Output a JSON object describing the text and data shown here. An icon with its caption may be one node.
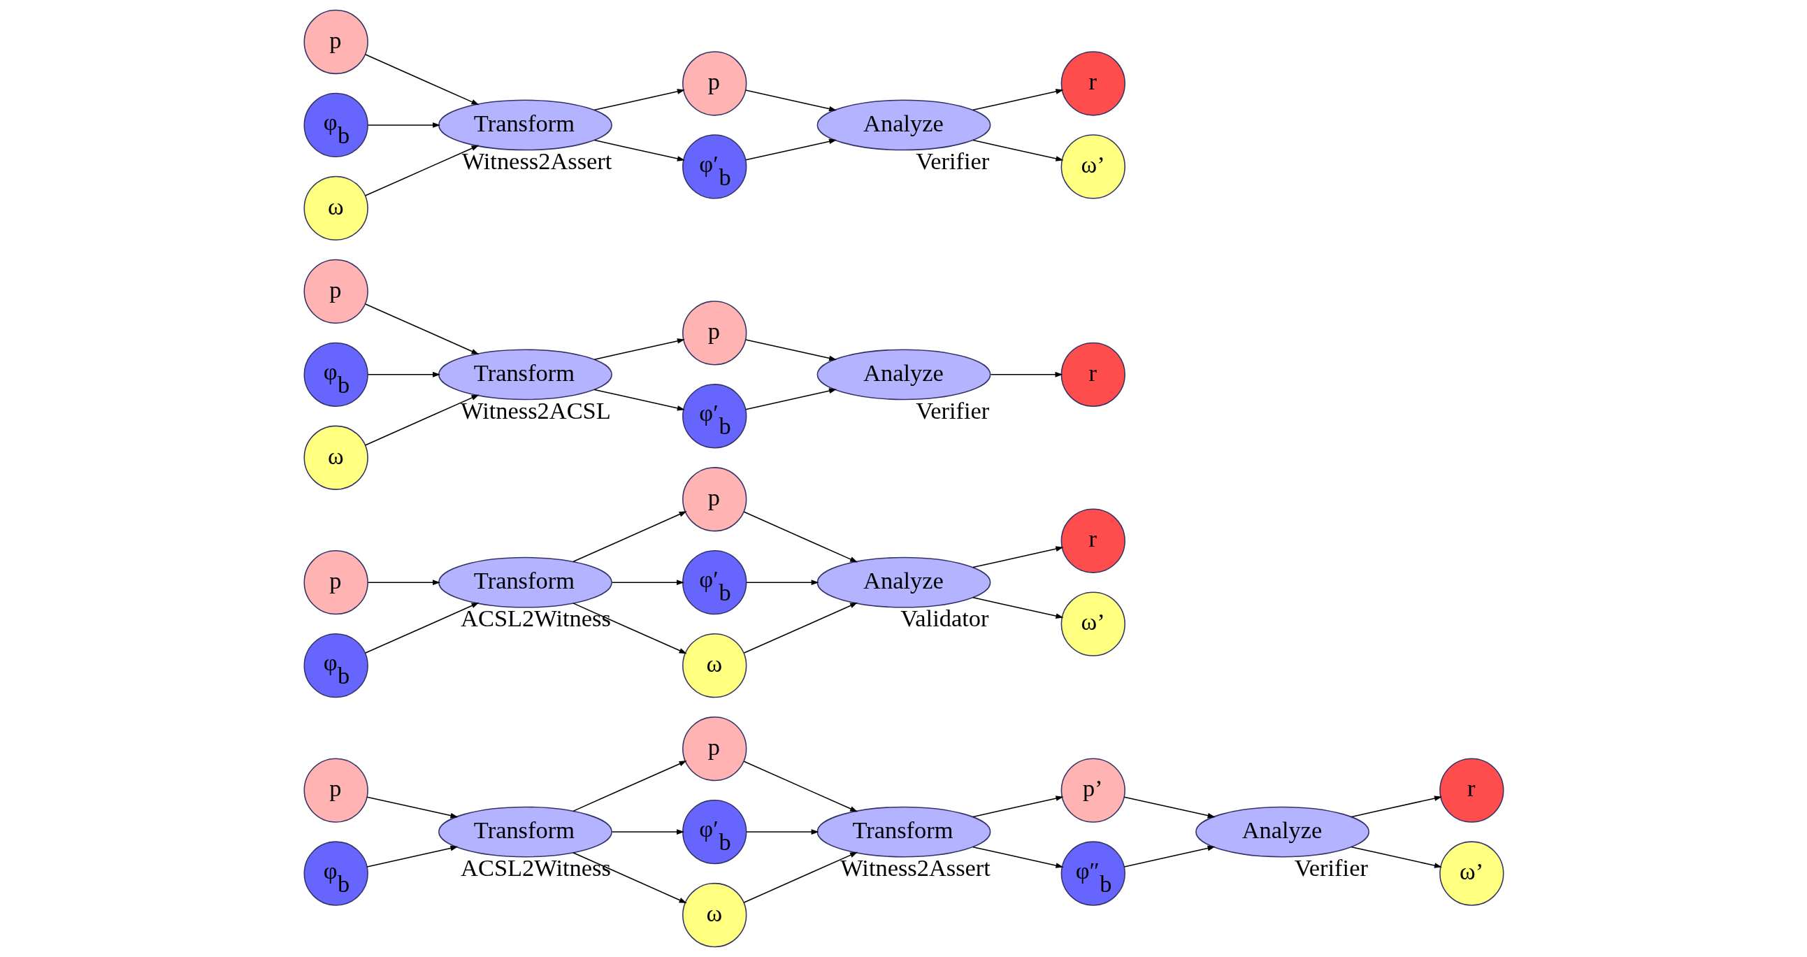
{
  "diagram": {
    "nodes": [
      {
        "text": [
          "p"
        ]
      },
      {
        "text": [
          "φ$_{b}$"
        ]
      },
      {
        "text": [
          "Transform"
        ],
        "beside": [
          "ACSL2Witness"
        ]
      },
      {
        "text": [
          "p"
        ]
      },
      {
        "text": [
          "φ′$_{b}$"
        ]
      },
      {
        "text": [
          "ω"
        ]
      },
      {
        "text": [
          "Transform"
        ],
        "beside": [
          "Witness2Assert"
        ]
      },
      {
        "text": [
          "p’"
        ]
      },
      {
        "text": [
          "φ″$_{b}$"
        ]
      },
      {
        "text": [
          "Analyze"
        ],
        "beside": [
          "Verifier"
        ]
      },
      {
        "text": [
          "r"
        ]
      },
      {
        "text": [
          "ω’"
        ]
      },
      {
        "text": [
          "p"
        ]
      },
      {
        "text": [
          "φ$_{b}$"
        ]
      },
      {
        "text": [
          "Transform"
        ],
        "beside": [
          "ACSL2Witness"
        ]
      },
      {
        "text": [
          "p"
        ]
      },
      {
        "text": [
          "φ′$_{b}$"
        ]
      },
      {
        "text": [
          "ω"
        ]
      },
      {
        "text": [
          "Analyze"
        ],
        "beside": [
          "Validator"
        ]
      },
      {
        "text": [
          "r"
        ]
      },
      {
        "text": [
          "ω’"
        ]
      },
      {
        "text": [
          "p"
        ]
      },
      {
        "text": [
          "φ$_{b}$"
        ]
      },
      {
        "text": [
          "ω"
        ]
      },
      {
        "text": [
          "Transform"
        ],
        "beside": [
          "Witness2ACSL"
        ]
      },
      {
        "text": [
          "p"
        ]
      },
      {
        "text": [
          "φ′$_{b}$"
        ]
      },
      {
        "text": [
          "Analyze"
        ],
        "beside": [
          "Verifier"
        ]
      },
      {
        "text": [
          "r"
        ]
      },
      {
        "text": [
          "p"
        ]
      },
      {
        "text": [
          "φ$_{b}$"
        ]
      },
      {
        "text": [
          "ω"
        ]
      },
      {
        "text": [
          "Transform"
        ],
        "beside": [
          "Witness2Assert"
        ]
      },
      {
        "text": [
          "p"
        ]
      },
      {
        "text": [
          "φ′$_{b}$"
        ]
      },
      {
        "text": [
          "Analyze"
        ],
        "beside": [
          "Verifier"
        ]
      },
      {
        "text": [
          "r"
        ]
      },
      {
        "text": [
          "ω’"
        ]
      }
    ],
    "edges": [
      {
        "from": 0,
        "to": 2,
        "arrow": "to"
      },
      {
        "from": 1,
        "to": 2,
        "arrow": "to"
      },
      {
        "from": 2,
        "to": 3,
        "arrow": "to"
      },
      {
        "from": 2,
        "to": 4,
        "arrow": "to"
      },
      {
        "from": 2,
        "to": 5,
        "arrow": "to"
      },
      {
        "from": 3,
        "to": 6,
        "arrow": "to"
      },
      {
        "from": 4,
        "to": 6,
        "arrow": "to"
      },
      {
        "from": 5,
        "to": 6,
        "arrow": "to"
      },
      {
        "from": 6,
        "to": 7,
        "arrow": "to"
      },
      {
        "from": 6,
        "to": 8,
        "arrow": "to"
      },
      {
        "from": 7,
        "to": 9,
        "arrow": "to"
      },
      {
        "from": 8,
        "to": 9,
        "arrow": "to"
      },
      {
        "from": 9,
        "to": 10,
        "arrow": "to"
      },
      {
        "from": 9,
        "to": 11,
        "arrow": "to"
      },
      {
        "from": 12,
        "to": 14,
        "arrow": "to"
      },
      {
        "from": 13,
        "to": 14,
        "arrow": "to"
      },
      {
        "from": 14,
        "to": 15,
        "arrow": "to"
      },
      {
        "from": 14,
        "to": 16,
        "arrow": "to"
      },
      {
        "from": 14,
        "to": 17,
        "arrow": "to"
      },
      {
        "from": 15,
        "to": 18,
        "arrow": "to"
      },
      {
        "from": 16,
        "to": 18,
        "arrow": "to"
      },
      {
        "from": 17,
        "to": 18,
        "arrow": "to"
      },
      {
        "from": 18,
        "to": 19,
        "arrow": "to"
      },
      {
        "from": 18,
        "to": 20,
        "arrow": "to"
      },
      {
        "from": 21,
        "to": 24,
        "arrow": "to"
      },
      {
        "from": 22,
        "to": 24,
        "arrow": "to"
      },
      {
        "from": 23,
        "to": 24,
        "arrow": "to"
      },
      {
        "from": 24,
        "to": 25,
        "arrow": "to"
      },
      {
        "from": 24,
        "to": 26,
        "arrow": "to"
      },
      {
        "from": 25,
        "to": 27,
        "arrow": "to"
      },
      {
        "from": 26,
        "to": 27,
        "arrow": "to"
      },
      {
        "from": 27,
        "to": 28,
        "arrow": "to"
      },
      {
        "from": 29,
        "to": 32,
        "arrow": "to"
      },
      {
        "from": 30,
        "to": 32,
        "arrow": "to"
      },
      {
        "from": 31,
        "to": 32,
        "arrow": "to"
      },
      {
        "from": 32,
        "to": 33,
        "arrow": "to"
      },
      {
        "from": 32,
        "to": 34,
        "arrow": "to"
      },
      {
        "from": 33,
        "to": 35,
        "arrow": "to"
      },
      {
        "from": 34,
        "to": 35,
        "arrow": "to"
      },
      {
        "from": 35,
        "to": 36,
        "arrow": "to"
      },
      {
        "from": 35,
        "to": 37,
        "arrow": "to"
      }
    ]
  }
}
